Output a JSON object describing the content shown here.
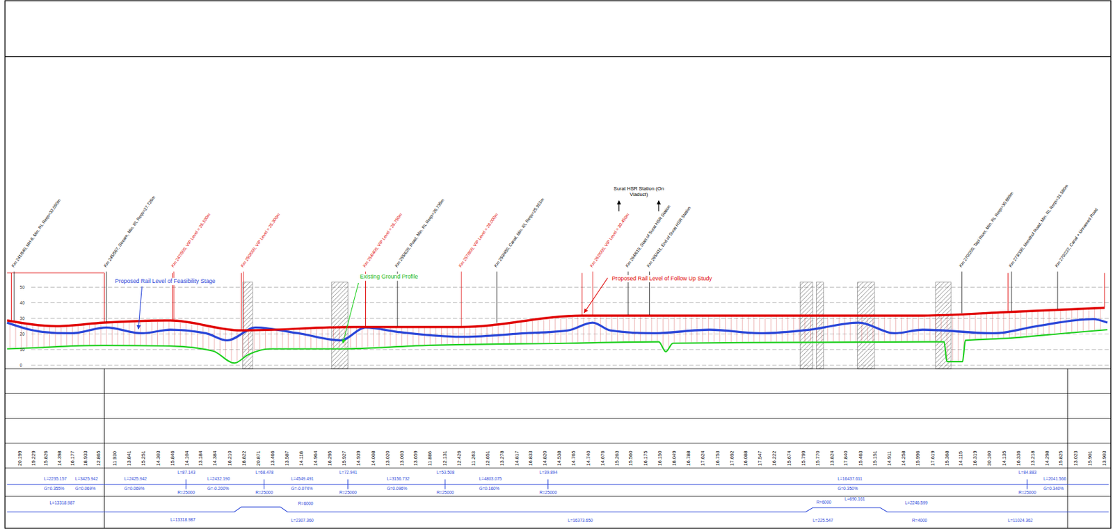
{
  "diagram": {
    "labels": [
      "Surat HSR Station (On Viaduct)",
      "Proposed Rail Level of Feasibility Stage",
      "Existing Ground Profile",
      "Proposed Rail Level of Follow Up Study",
      "50",
      "40",
      "30",
      "20",
      "10",
      "0",
      "Km 241/840, NH-8, Min. RL Reqs=32.090m",
      "Km 245/567, Stream, Min. RL Reqs=27.726m",
      "Km 247/500, VIP Level = 26.100m",
      "Km 250/000, VIP Level = 25.300m",
      "Km 254/400, VIP Level = 26.750m",
      "Km 255/620, Road, Min. RL Reqs=26.735m",
      "Km 257/800, VIP Level = 28.000m",
      "Km 259/450, Canal, Min. RL Reqs=25.951m",
      "Km 262/000, VIP Level = 30.450m",
      "Km 264/619, Start of Surat HSR Station",
      "Km 265/411, End of Surat HSR Station",
      "Km 270/200, Tapi River, Min. RL Reqs=30.866m",
      "Km 273/330, Mendhol Road, Min. RL Reqs=31.580m",
      "Km 279/222, Canal + Unnamed Road",
      "L=2235.157",
      "G=0.355%",
      "L=3425.942",
      "G=0.069%",
      "L=2425.942",
      "G=0.069%",
      "L=87.143",
      "R=25000",
      "L=2432.190",
      "G=-0.200%",
      "L=68.478",
      "R=25000",
      "L=4549.491",
      "G=-0.074%",
      "L=72.941",
      "R=25000",
      "L=3156.732",
      "G=0.096%",
      "L=53.508",
      "R=25000",
      "L=4803.075",
      "G=0.160%",
      "L=39.894",
      "R=25000",
      "L=16437.611",
      "G=0.350%",
      "L=84.883",
      "R=25000",
      "L=2041.566",
      "G=0.340%",
      "L=13318.987",
      "L=13318.987",
      "R=6000",
      "L=2307.360",
      "L=16373.650",
      "R=6000",
      "L=690.161",
      "L=225.547",
      "L=2246.599",
      "R=4000",
      "L=11024.362",
      "20.199",
      "19.229",
      "15.826",
      "14.398",
      "16.177",
      "18.933",
      "12.865",
      "11.930",
      "13.841",
      "15.251",
      "14.303",
      "15.846",
      "14.104",
      "13.184",
      "14.384",
      "16.210",
      "18.822",
      "20.871",
      "13.466",
      "13.587",
      "14.118",
      "14.964",
      "16.295",
      "15.927",
      "14.939",
      "14.008",
      "13.020",
      "13.003",
      "13.659",
      "11.886",
      "12.131",
      "12.426",
      "11.263",
      "12.651",
      "13.278",
      "14.817",
      "16.833",
      "14.820",
      "14.538",
      "14.765",
      "14.740",
      "14.676",
      "15.263",
      "15.560",
      "16.175",
      "16.150",
      "18.049",
      "16.788",
      "17.624",
      "16.753",
      "17.692",
      "16.088",
      "17.547",
      "16.222",
      "15.674",
      "15.799",
      "15.770",
      "13.824",
      "17.840",
      "15.463",
      "15.151",
      "14.911",
      "14.258",
      "15.996",
      "17.619",
      "15.368",
      "14.115",
      "16.319",
      "30.100",
      "14.135",
      "16.336",
      "13.218",
      "14.298",
      "15.825",
      "13.023",
      "15.901",
      "13.903"
    ]
  }
}
